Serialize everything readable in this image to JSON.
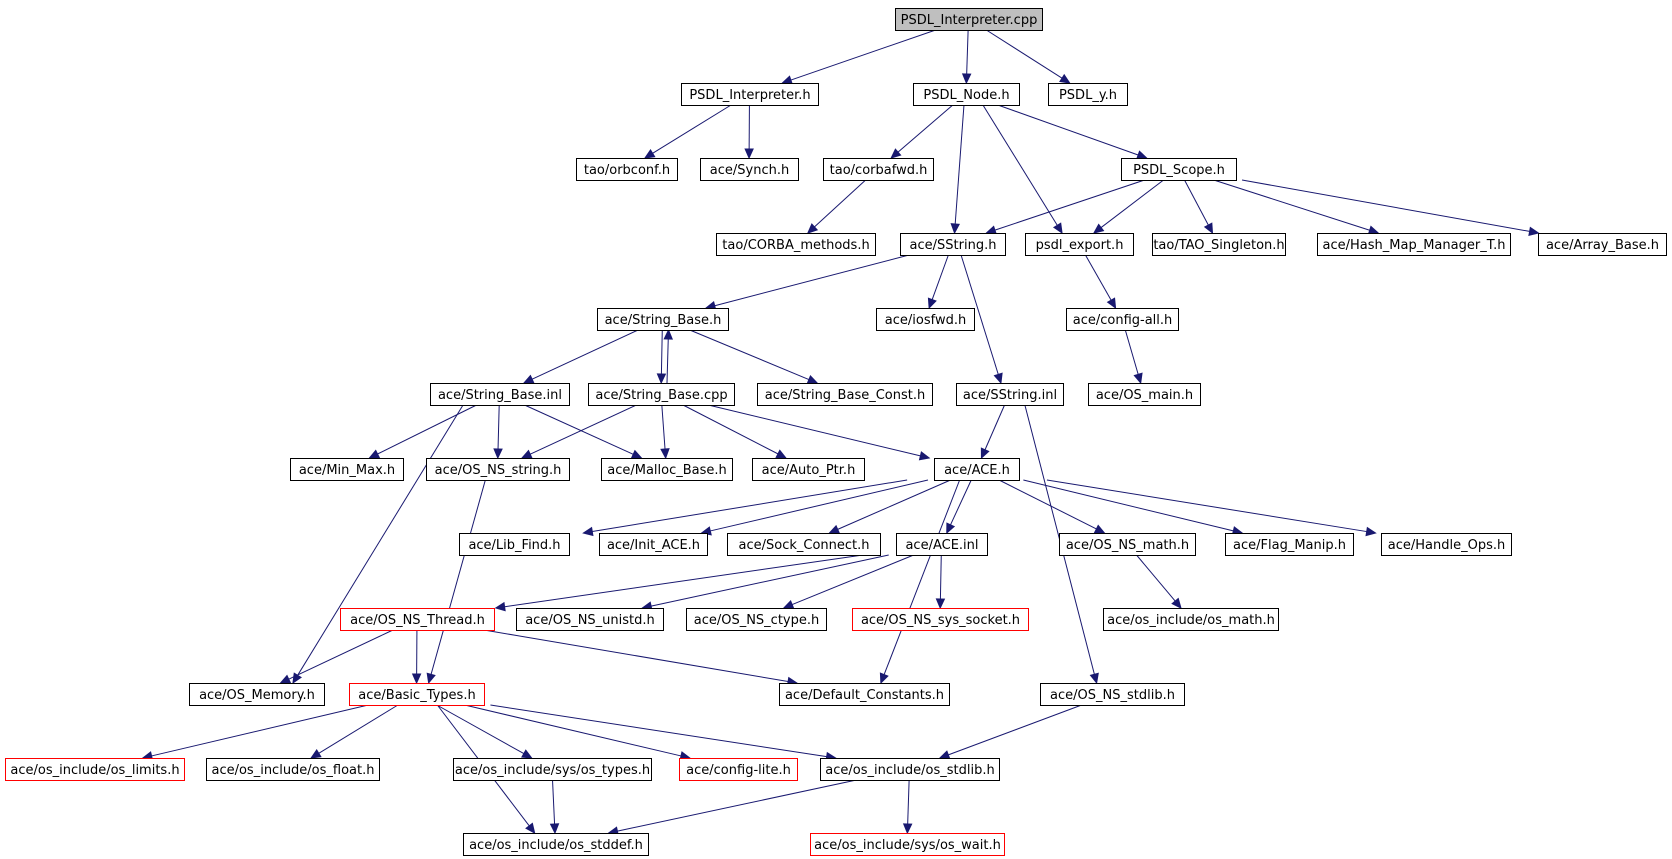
{
  "colors": {
    "edge": "#191970",
    "node_border": "#000000",
    "truncated_node_border": "#ff0000",
    "root_fill": "#bfbfbf",
    "background": "#ffffff"
  },
  "nodes": [
    {
      "id": "n0",
      "label": "PSDL_Interpreter.cpp",
      "style": "root"
    },
    {
      "id": "n1",
      "label": "PSDL_Interpreter.h",
      "style": "normal"
    },
    {
      "id": "n2",
      "label": "PSDL_Node.h",
      "style": "normal"
    },
    {
      "id": "n3",
      "label": "PSDL_y.h",
      "style": "normal"
    },
    {
      "id": "n4",
      "label": "tao/orbconf.h",
      "style": "normal"
    },
    {
      "id": "n5",
      "label": "ace/Synch.h",
      "style": "normal"
    },
    {
      "id": "n6",
      "label": "tao/corbafwd.h",
      "style": "normal"
    },
    {
      "id": "n7",
      "label": "PSDL_Scope.h",
      "style": "normal"
    },
    {
      "id": "n8",
      "label": "tao/CORBA_methods.h",
      "style": "normal"
    },
    {
      "id": "n9",
      "label": "ace/SString.h",
      "style": "normal"
    },
    {
      "id": "n10",
      "label": "psdl_export.h",
      "style": "normal"
    },
    {
      "id": "n11",
      "label": "tao/TAO_Singleton.h",
      "style": "normal"
    },
    {
      "id": "n12",
      "label": "ace/Hash_Map_Manager_T.h",
      "style": "normal"
    },
    {
      "id": "n13",
      "label": "ace/Array_Base.h",
      "style": "normal"
    },
    {
      "id": "n14",
      "label": "ace/String_Base.h",
      "style": "normal"
    },
    {
      "id": "n15",
      "label": "ace/iosfwd.h",
      "style": "normal"
    },
    {
      "id": "n16",
      "label": "ace/config-all.h",
      "style": "normal"
    },
    {
      "id": "n17",
      "label": "ace/String_Base.inl",
      "style": "normal"
    },
    {
      "id": "n18",
      "label": "ace/String_Base.cpp",
      "style": "normal"
    },
    {
      "id": "n19",
      "label": "ace/String_Base_Const.h",
      "style": "normal"
    },
    {
      "id": "n20",
      "label": "ace/SString.inl",
      "style": "normal"
    },
    {
      "id": "n21",
      "label": "ace/OS_main.h",
      "style": "normal"
    },
    {
      "id": "n22",
      "label": "ace/Min_Max.h",
      "style": "normal"
    },
    {
      "id": "n23",
      "label": "ace/OS_NS_string.h",
      "style": "normal"
    },
    {
      "id": "n24",
      "label": "ace/Malloc_Base.h",
      "style": "normal"
    },
    {
      "id": "n25",
      "label": "ace/Auto_Ptr.h",
      "style": "normal"
    },
    {
      "id": "n26",
      "label": "ace/ACE.h",
      "style": "normal"
    },
    {
      "id": "n27",
      "label": "ace/Lib_Find.h",
      "style": "normal"
    },
    {
      "id": "n28",
      "label": "ace/Init_ACE.h",
      "style": "normal"
    },
    {
      "id": "n29",
      "label": "ace/Sock_Connect.h",
      "style": "normal"
    },
    {
      "id": "n30",
      "label": "ace/ACE.inl",
      "style": "normal"
    },
    {
      "id": "n31",
      "label": "ace/OS_NS_math.h",
      "style": "normal"
    },
    {
      "id": "n32",
      "label": "ace/Flag_Manip.h",
      "style": "normal"
    },
    {
      "id": "n33",
      "label": "ace/Handle_Ops.h",
      "style": "normal"
    },
    {
      "id": "n34",
      "label": "ace/OS_NS_Thread.h",
      "style": "truncated"
    },
    {
      "id": "n35",
      "label": "ace/OS_NS_unistd.h",
      "style": "normal"
    },
    {
      "id": "n36",
      "label": "ace/OS_NS_ctype.h",
      "style": "normal"
    },
    {
      "id": "n37",
      "label": "ace/OS_NS_sys_socket.h",
      "style": "truncated"
    },
    {
      "id": "n38",
      "label": "ace/os_include/os_math.h",
      "style": "normal"
    },
    {
      "id": "n39",
      "label": "ace/OS_Memory.h",
      "style": "normal"
    },
    {
      "id": "n40",
      "label": "ace/Basic_Types.h",
      "style": "truncated"
    },
    {
      "id": "n41",
      "label": "ace/Default_Constants.h",
      "style": "normal"
    },
    {
      "id": "n42",
      "label": "ace/OS_NS_stdlib.h",
      "style": "normal"
    },
    {
      "id": "n43",
      "label": "ace/os_include/os_limits.h",
      "style": "truncated"
    },
    {
      "id": "n44",
      "label": "ace/os_include/os_float.h",
      "style": "normal"
    },
    {
      "id": "n45",
      "label": "ace/os_include/sys/os_types.h",
      "style": "normal"
    },
    {
      "id": "n46",
      "label": "ace/config-lite.h",
      "style": "truncated"
    },
    {
      "id": "n47",
      "label": "ace/os_include/os_stdlib.h",
      "style": "normal"
    },
    {
      "id": "n48",
      "label": "ace/os_include/os_stddef.h",
      "style": "normal"
    },
    {
      "id": "n49",
      "label": "ace/os_include/sys/os_wait.h",
      "style": "truncated"
    }
  ],
  "edges": [
    [
      "n0",
      "n1"
    ],
    [
      "n0",
      "n2"
    ],
    [
      "n0",
      "n3"
    ],
    [
      "n1",
      "n4"
    ],
    [
      "n1",
      "n5"
    ],
    [
      "n2",
      "n6"
    ],
    [
      "n2",
      "n9"
    ],
    [
      "n2",
      "n10"
    ],
    [
      "n2",
      "n7"
    ],
    [
      "n6",
      "n8"
    ],
    [
      "n7",
      "n9"
    ],
    [
      "n7",
      "n10"
    ],
    [
      "n7",
      "n11"
    ],
    [
      "n7",
      "n12"
    ],
    [
      "n7",
      "n13"
    ],
    [
      "n9",
      "n14"
    ],
    [
      "n9",
      "n15"
    ],
    [
      "n9",
      "n20"
    ],
    [
      "n10",
      "n16"
    ],
    [
      "n16",
      "n21"
    ],
    [
      "n14",
      "n17"
    ],
    [
      "n14",
      "n18"
    ],
    [
      "n14",
      "n19"
    ],
    [
      "n18",
      "n14"
    ],
    [
      "n17",
      "n39"
    ],
    [
      "n17",
      "n22"
    ],
    [
      "n17",
      "n23"
    ],
    [
      "n17",
      "n24"
    ],
    [
      "n18",
      "n23"
    ],
    [
      "n18",
      "n24"
    ],
    [
      "n18",
      "n25"
    ],
    [
      "n18",
      "n26"
    ],
    [
      "n20",
      "n26"
    ],
    [
      "n20",
      "n42"
    ],
    [
      "n23",
      "n40"
    ],
    [
      "n26",
      "n27"
    ],
    [
      "n26",
      "n28"
    ],
    [
      "n26",
      "n29"
    ],
    [
      "n26",
      "n30"
    ],
    [
      "n26",
      "n41"
    ],
    [
      "n26",
      "n31"
    ],
    [
      "n26",
      "n32"
    ],
    [
      "n26",
      "n33"
    ],
    [
      "n30",
      "n34"
    ],
    [
      "n30",
      "n35"
    ],
    [
      "n30",
      "n36"
    ],
    [
      "n30",
      "n37"
    ],
    [
      "n31",
      "n38"
    ],
    [
      "n34",
      "n39"
    ],
    [
      "n34",
      "n40"
    ],
    [
      "n34",
      "n41"
    ],
    [
      "n40",
      "n43"
    ],
    [
      "n40",
      "n44"
    ],
    [
      "n40",
      "n45"
    ],
    [
      "n40",
      "n46"
    ],
    [
      "n40",
      "n47"
    ],
    [
      "n40",
      "n48"
    ],
    [
      "n42",
      "n47"
    ],
    [
      "n45",
      "n48"
    ],
    [
      "n47",
      "n48"
    ],
    [
      "n47",
      "n49"
    ]
  ]
}
